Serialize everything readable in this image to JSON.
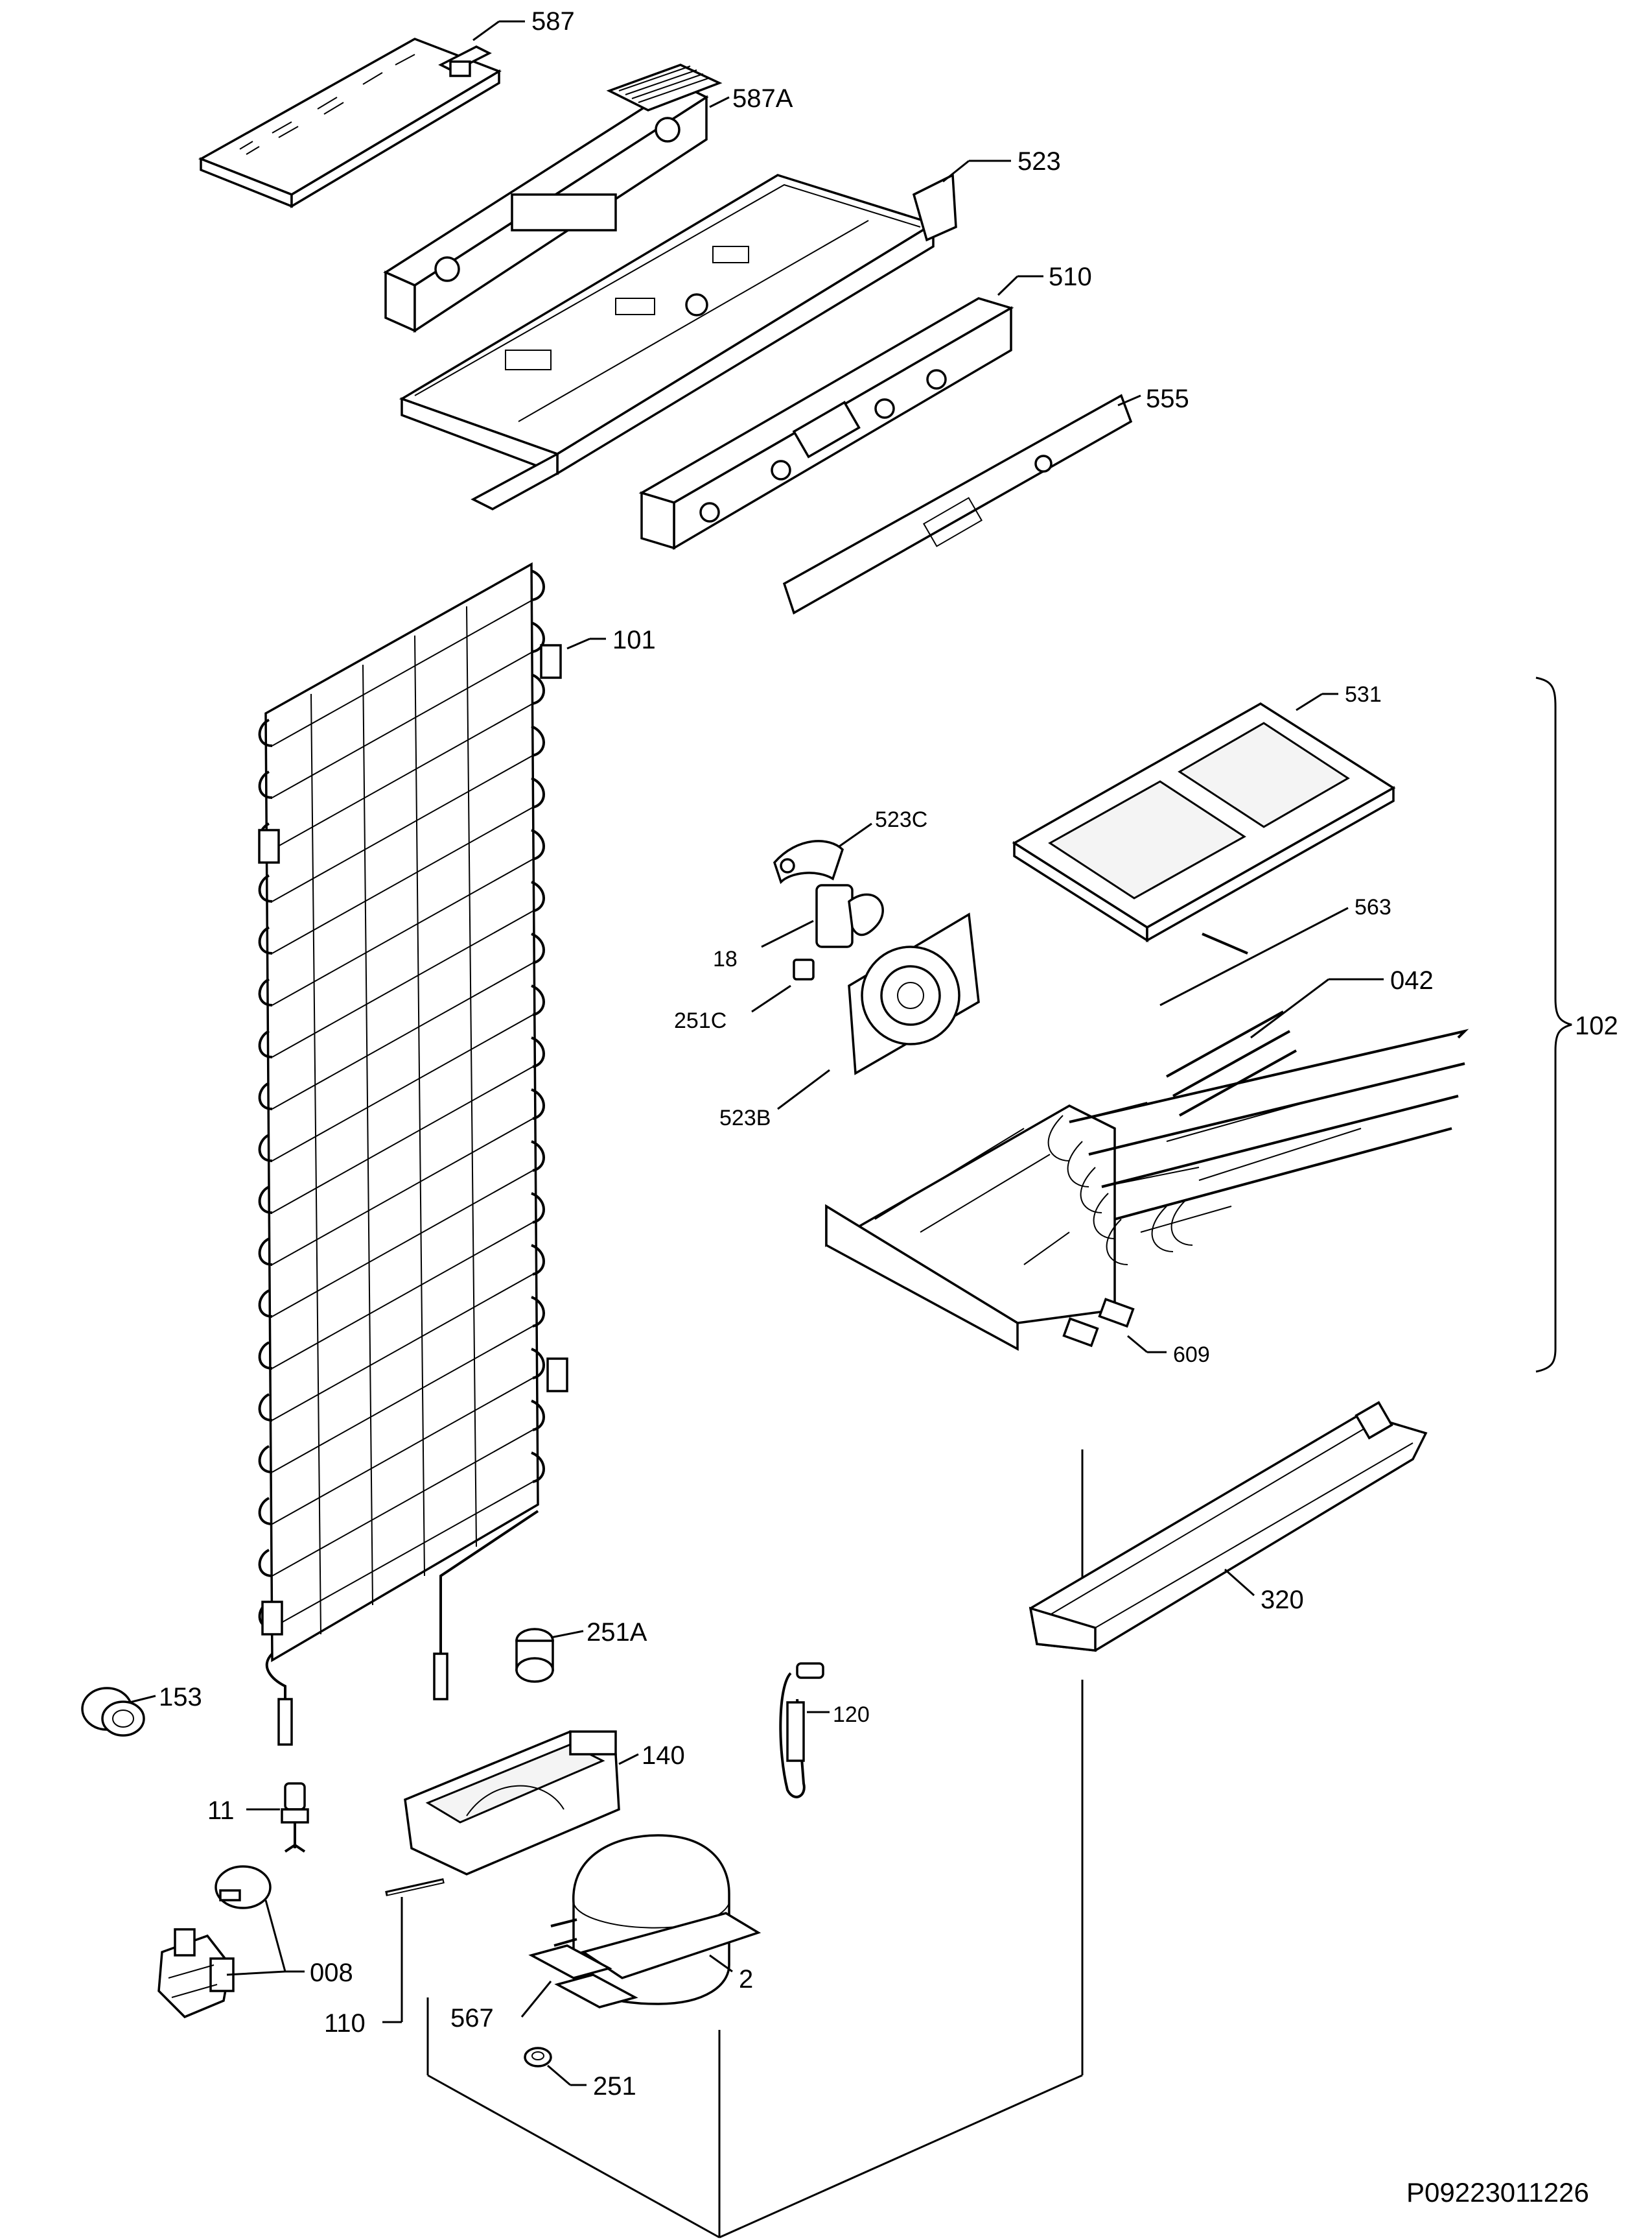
{
  "diagram": {
    "reference_code": "P09223011226",
    "callouts": [
      {
        "id": "587",
        "text": "587"
      },
      {
        "id": "587a",
        "text": "587A"
      },
      {
        "id": "523",
        "text": "523"
      },
      {
        "id": "510",
        "text": "510"
      },
      {
        "id": "555",
        "text": "555"
      },
      {
        "id": "101",
        "text": "101"
      },
      {
        "id": "531",
        "text": "531"
      },
      {
        "id": "523c",
        "text": "523C"
      },
      {
        "id": "563",
        "text": "563"
      },
      {
        "id": "042",
        "text": "042"
      },
      {
        "id": "102",
        "text": "102"
      },
      {
        "id": "18",
        "text": "18"
      },
      {
        "id": "251c",
        "text": "251C"
      },
      {
        "id": "523b",
        "text": "523B"
      },
      {
        "id": "609",
        "text": "609"
      },
      {
        "id": "320",
        "text": "320"
      },
      {
        "id": "251a",
        "text": "251A"
      },
      {
        "id": "153",
        "text": "153"
      },
      {
        "id": "120",
        "text": "120"
      },
      {
        "id": "140",
        "text": "140"
      },
      {
        "id": "11",
        "text": "11"
      },
      {
        "id": "008",
        "text": "008"
      },
      {
        "id": "2",
        "text": "2"
      },
      {
        "id": "110",
        "text": "110"
      },
      {
        "id": "567",
        "text": "567"
      },
      {
        "id": "251",
        "text": "251"
      }
    ]
  }
}
